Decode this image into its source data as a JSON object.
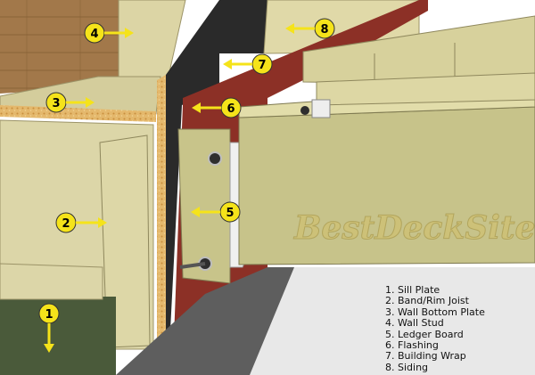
{
  "watermark": "BestDeckSite",
  "callouts": [
    "1",
    "2",
    "3",
    "4",
    "5",
    "6",
    "7",
    "8"
  ],
  "legend": [
    "1. Sill Plate",
    "2. Band/Rim Joist",
    "3. Wall Bottom Plate",
    "4. Wall Stud",
    "5. Ledger Board",
    "6. Flashing",
    "7. Building Wrap",
    "8. Siding"
  ],
  "colors": {
    "wood": "#d9d3a4",
    "wood_dark": "#bdb58a",
    "ledger": "#c8c48a",
    "flashing": "#8c2f24",
    "building_wrap": "#2b2b2b",
    "osb": "#e2b46a",
    "concrete": "#5f5f5f",
    "callout_fill": "#f5e31a"
  }
}
